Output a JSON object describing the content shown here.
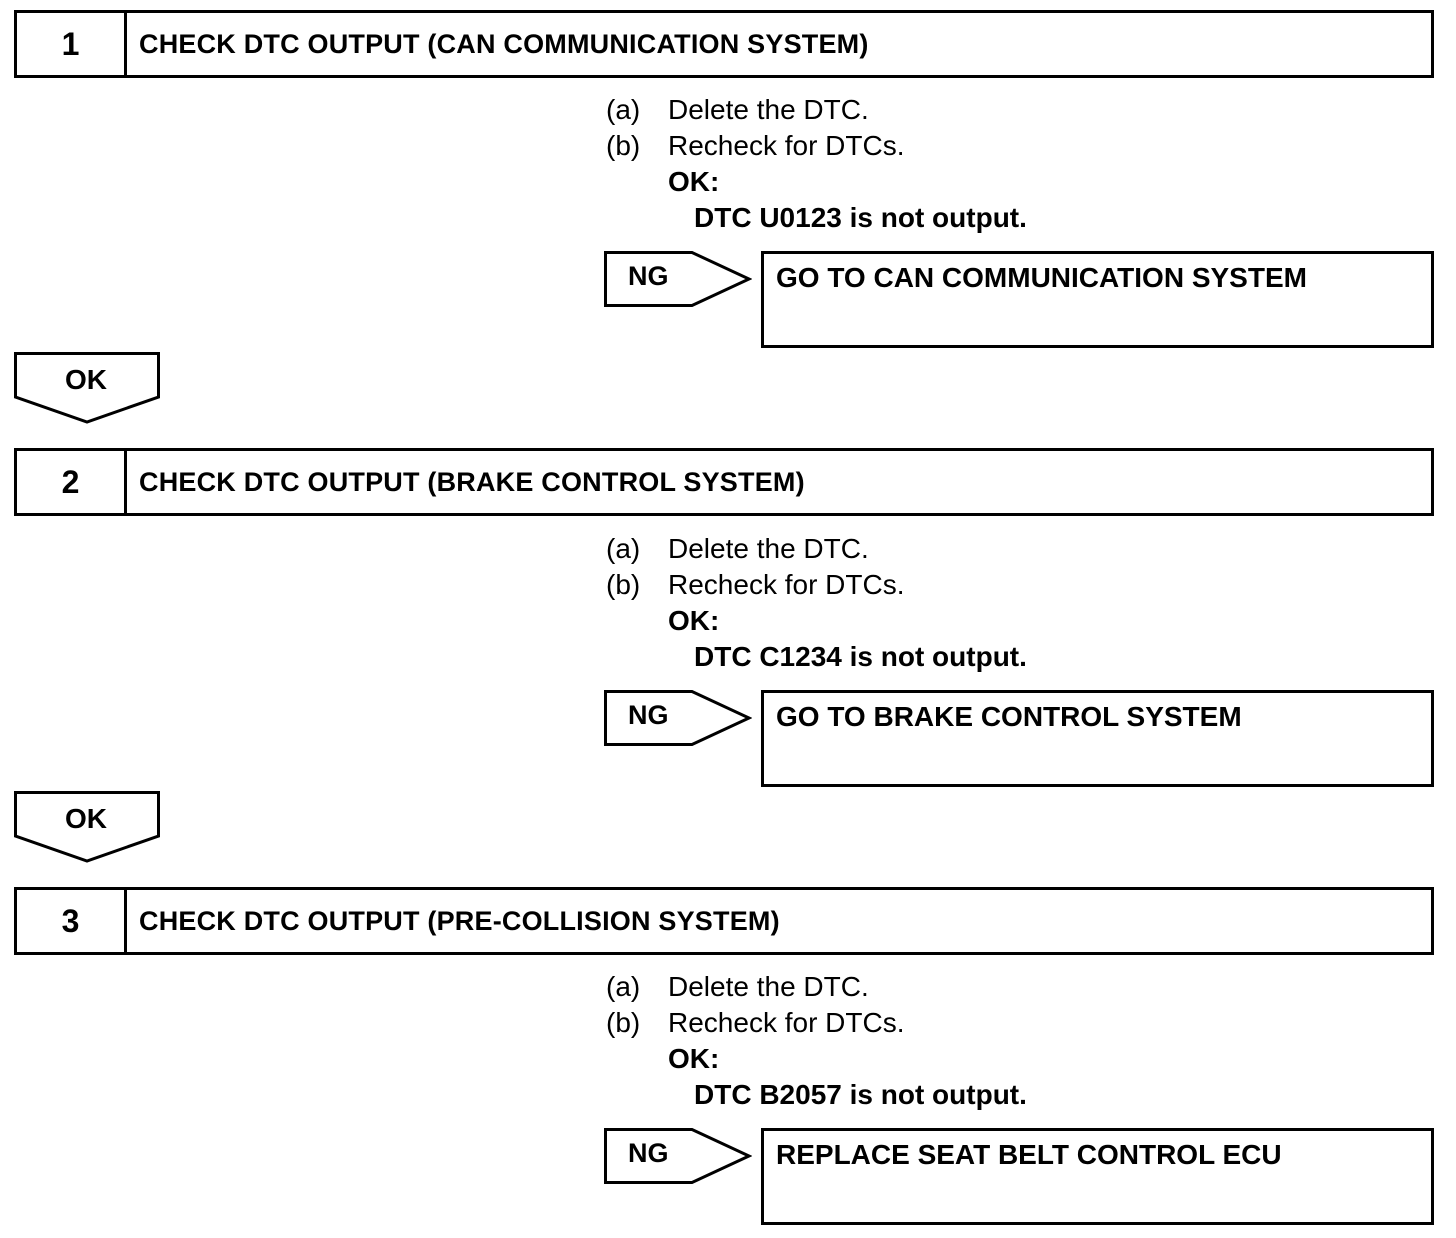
{
  "steps": [
    {
      "number": "1",
      "title": "CHECK DTC OUTPUT (CAN COMMUNICATION SYSTEM)",
      "instructions": [
        {
          "tag": "(a)",
          "text": "Delete the DTC."
        },
        {
          "tag": "(b)",
          "text": "Recheck for DTCs."
        }
      ],
      "ok_label": "OK:",
      "ok_condition": "DTC U0123 is not output.",
      "ng_label": "NG",
      "ng_result": "GO TO CAN COMMUNICATION SYSTEM"
    },
    {
      "number": "2",
      "title": "CHECK DTC OUTPUT (BRAKE CONTROL SYSTEM)",
      "instructions": [
        {
          "tag": "(a)",
          "text": "Delete the DTC."
        },
        {
          "tag": "(b)",
          "text": "Recheck for DTCs."
        }
      ],
      "ok_label": "OK:",
      "ok_condition": "DTC C1234 is not output.",
      "ng_label": "NG",
      "ng_result": "GO TO BRAKE CONTROL SYSTEM"
    },
    {
      "number": "3",
      "title": "CHECK DTC OUTPUT (PRE-COLLISION SYSTEM)",
      "instructions": [
        {
          "tag": "(a)",
          "text": "Delete the DTC."
        },
        {
          "tag": "(b)",
          "text": "Recheck for DTCs."
        }
      ],
      "ok_label": "OK:",
      "ok_condition": "DTC B2057 is not output.",
      "ng_label": "NG",
      "ng_result": "REPLACE SEAT BELT CONTROL ECU"
    }
  ],
  "ok_arrows": [
    {
      "label": "OK"
    },
    {
      "label": "OK"
    }
  ]
}
